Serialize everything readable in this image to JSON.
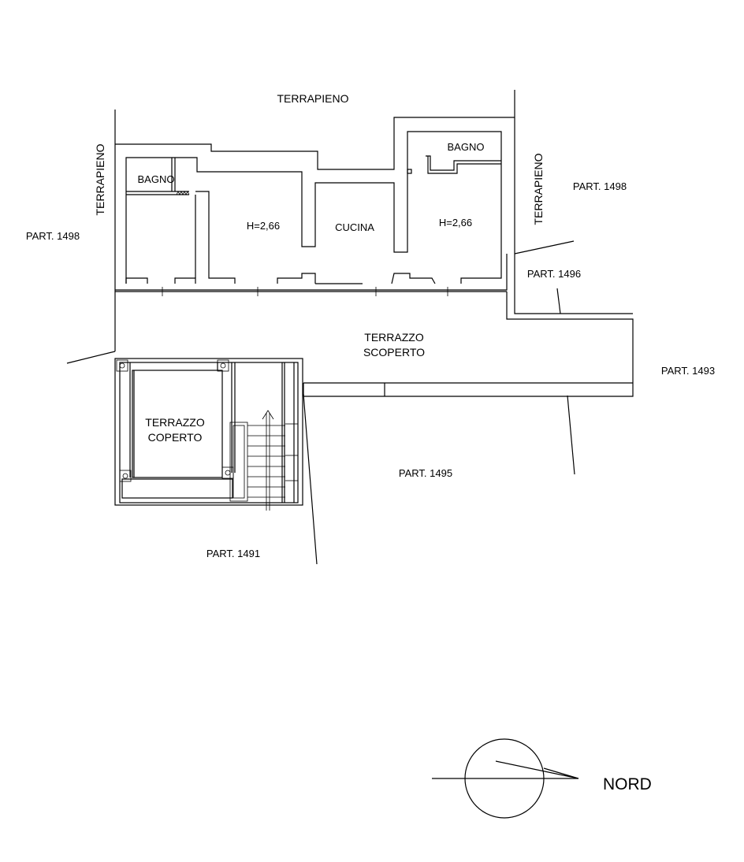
{
  "labels": {
    "terrapieno_top": "TERRAPIENO",
    "terrapieno_left": "TERRAPIENO",
    "terrapieno_right": "TERRAPIENO",
    "bagno_left": "BAGNO",
    "bagno_right": "BAGNO",
    "height_left": "H=2,66",
    "height_right": "H=2,66",
    "cucina": "CUCINA",
    "terrazzo_scoperto_1": "TERRAZZO",
    "terrazzo_scoperto_2": "SCOPERTO",
    "terrazzo_coperto_1": "TERRAZZO",
    "terrazzo_coperto_2": "COPERTO",
    "part_1498_left": "PART. 1498",
    "part_1498_right": "PART. 1498",
    "part_1496": "PART. 1496",
    "part_1493": "PART. 1493",
    "part_1495": "PART. 1495",
    "part_1491": "PART. 1491"
  },
  "north": {
    "label": "NORD"
  }
}
